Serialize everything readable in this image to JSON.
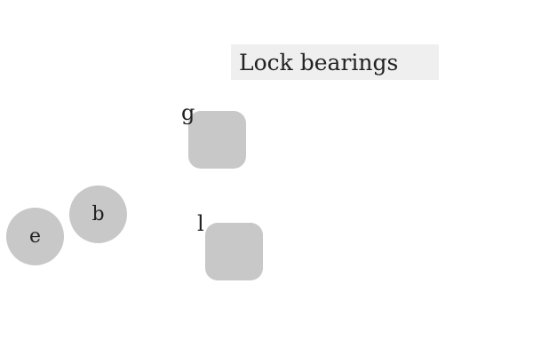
{
  "header": {
    "title": "Lock bearings"
  },
  "tokens": {
    "square_g_label": "g",
    "square_l_label": "l",
    "round_e_label": "e",
    "round_b_label": "b"
  },
  "colors": {
    "token_fill": "#c8c8c8",
    "header_fill": "#efefef",
    "text": "#222222",
    "background": "#ffffff"
  }
}
